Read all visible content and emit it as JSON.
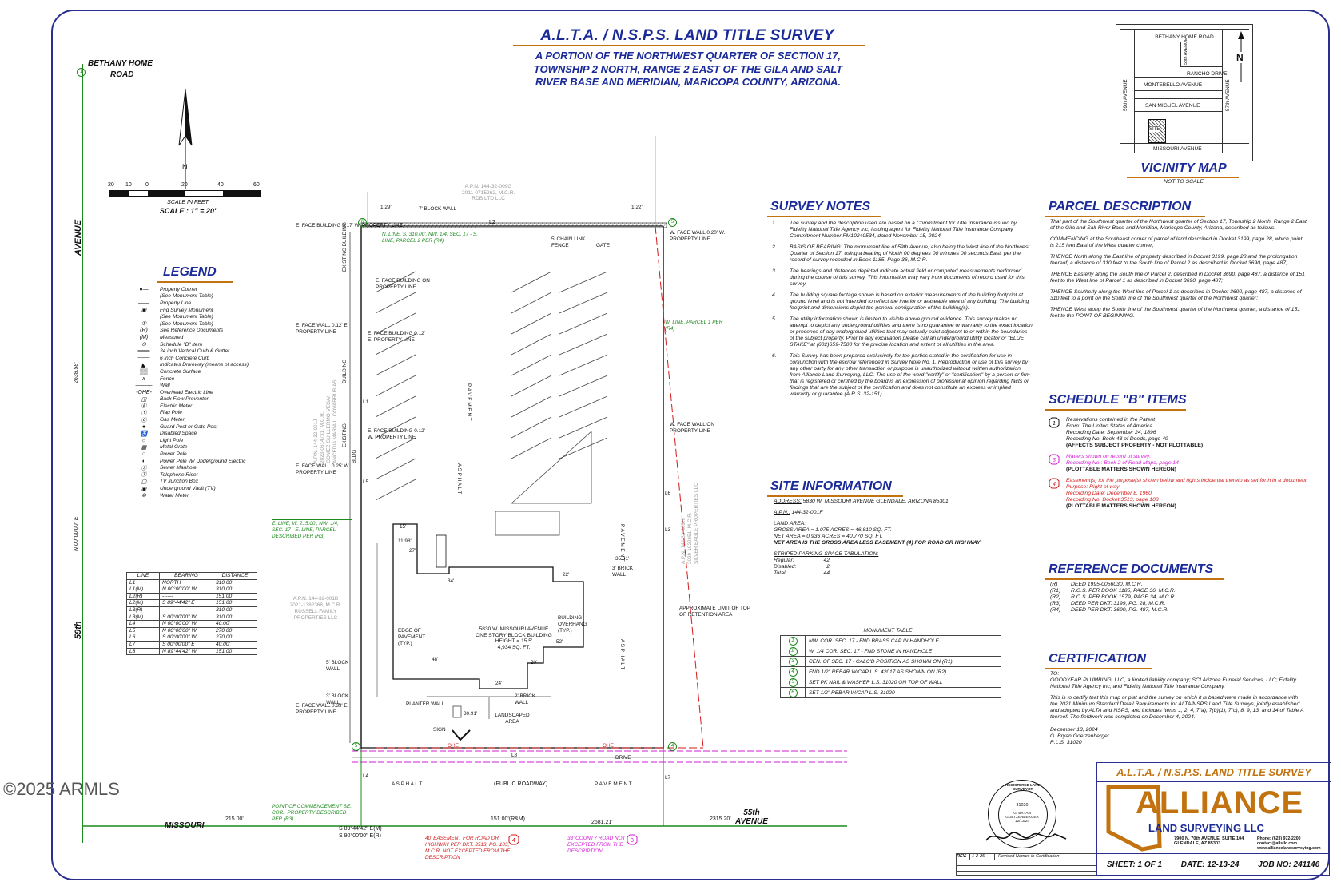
{
  "title": {
    "main": "A.L.T.A. / N.S.P.S. LAND TITLE SURVEY",
    "sub1": "A PORTION OF THE NORTHWEST QUARTER OF SECTION 17,",
    "sub2": "TOWNSHIP 2 NORTH, RANGE 2 EAST OF THE GILA AND SALT",
    "sub3": "RIVER BASE AND MERIDIAN, MARICOPA COUNTY, ARIZONA."
  },
  "watermark": "©2025 ARMLS",
  "roads": {
    "bethany1": "BETHANY HOME",
    "bethany2": "ROAD",
    "avenue59": "59th",
    "avenue": "AVENUE",
    "missouri": "MISSOURI",
    "ave55_1": "55th",
    "ave55_2": "AVENUE",
    "public_roadway": "(PUBLIC ROADWAY)",
    "asphalt": "A S P H A L T",
    "pavement": "P A V E M E N T"
  },
  "scale": {
    "ticks": [
      "20",
      "10",
      "0",
      "20",
      "40",
      "60"
    ],
    "label": "SCALE IN FEET",
    "ratio": "SCALE : 1\" = 20'"
  },
  "vicinity": {
    "title": "VICINITY MAP",
    "subtitle": "NOT TO SCALE",
    "north": "N",
    "streets": [
      "BETHANY HOME ROAD",
      "RANCHO DRIVE",
      "MONTEBELLO AVENUE",
      "SAN MIGUEL AVENUE",
      "MISSOURI AVENUE"
    ],
    "ave59": "59th AVENUE",
    "ave57": "57th AVENUE",
    "ave58": "58th AVENUE",
    "site": "SITE"
  },
  "legend": {
    "title": "LEGEND",
    "items": [
      {
        "symbol": "●—",
        "label": "Property Corner"
      },
      {
        "symbol": "",
        "label": "(See Monument Table)"
      },
      {
        "symbol": "——",
        "label": "Property Line"
      },
      {
        "symbol": "▣",
        "label": "Fnd Survey Monument"
      },
      {
        "symbol": "",
        "label": "(See Monument Table)"
      },
      {
        "symbol": "①",
        "label": "(See Monument Table)"
      },
      {
        "symbol": "(R)",
        "label": "See Reference Documents"
      },
      {
        "symbol": "(M)",
        "label": "Measured"
      },
      {
        "symbol": "⊙",
        "label": "Schedule \"B\" Item"
      },
      {
        "symbol": "═══",
        "label": "24 inch Vertical Curb & Gutter"
      },
      {
        "symbol": "───",
        "label": "6 inch Concrete Curb"
      },
      {
        "symbol": "◣",
        "label": "Indicates Driveway (means of access)"
      },
      {
        "symbol": "▒▒",
        "label": "Concrete Surface"
      },
      {
        "symbol": "—x—",
        "label": "Fence"
      },
      {
        "symbol": "———",
        "label": "Wall"
      },
      {
        "symbol": "-OHE-",
        "label": "Overhead Electric Line"
      },
      {
        "symbol": "◫",
        "label": "Back Flow Preventer"
      },
      {
        "symbol": "Ⓔ",
        "label": "Electric Meter"
      },
      {
        "symbol": "ⓕ",
        "label": "Flag Pole"
      },
      {
        "symbol": "Ⓖ",
        "label": "Gas Meter"
      },
      {
        "symbol": "●",
        "label": "Guard Post or Gate Post"
      },
      {
        "symbol": "♿",
        "label": "Disabled Space"
      },
      {
        "symbol": "☼",
        "label": "Light Pole"
      },
      {
        "symbol": "▦",
        "label": "Metal Grate"
      },
      {
        "symbol": "○",
        "label": "Power Pole"
      },
      {
        "symbol": "◐",
        "label": "Power Pole W/ Underground Electric"
      },
      {
        "symbol": "Ⓢ",
        "label": "Sewer Manhole"
      },
      {
        "symbol": "Ⓣ",
        "label": "Telephone Riser"
      },
      {
        "symbol": "▢",
        "label": "TV Junction Box"
      },
      {
        "symbol": "▣",
        "label": "Underground Vault (TV)"
      },
      {
        "symbol": "⊗",
        "label": "Water Meter"
      }
    ]
  },
  "line_table": {
    "headers": [
      "LINE",
      "BEARING",
      "DISTANCE"
    ],
    "rows": [
      [
        "L1",
        "NORTH",
        "310.00'"
      ],
      [
        "L1(M)",
        "N 00°00'00\" W",
        "310.00'"
      ],
      [
        "L2(R)",
        "------",
        "151.00'"
      ],
      [
        "L2(M)",
        "S 89°44'42\" E",
        "151.00'"
      ],
      [
        "L3(R)",
        "------",
        "310.00'"
      ],
      [
        "L3(M)",
        "S 00°00'00\" W",
        "310.00'"
      ],
      [
        "L4",
        "N 00°00'00\" W",
        "40.00'"
      ],
      [
        "L5",
        "N 00°00'00\" W",
        "270.00'"
      ],
      [
        "L6",
        "S 00°00'00\" W",
        "270.00'"
      ],
      [
        "L7",
        "S 00°00'00\" E",
        "40.00'"
      ],
      [
        "L8",
        "N 89°44'42\" W",
        "151.00'"
      ]
    ]
  },
  "monument_table": {
    "title": "MONUMENT TABLE",
    "rows": [
      [
        "1",
        "NW. COR. SEC. 17 - FND BRASS CAP IN HANDHOLE"
      ],
      [
        "2",
        "W. 1/4 COR. SEC. 17 - FND STONE IN HANDHOLE"
      ],
      [
        "3",
        "CEN. OF SEC. 17 - CALC'D POSITION AS SHOWN ON (R1)"
      ],
      [
        "4",
        "FND 1/2\" REBAR W/CAP L.S. 42017 AS SHOWN ON (R2)"
      ],
      [
        "5",
        "SET PK NAIL & WASHER L.S. 31020 ON TOP OF WALL"
      ],
      [
        "6",
        "SET 1/2\" REBAR W/CAP L.S. 31020"
      ]
    ]
  },
  "survey_notes": {
    "title": "SURVEY NOTES",
    "items": [
      "The survey and the description used are based on a Commitment for Title Insurance issued by Fidelity National Title Agency Inc, issuing agent for Fidelity National Title Insurance Company, Commitment Number FM10240534, dated November 15, 2024.",
      "BASIS OF BEARING: The monument line of 59th Avenue, also being the West line of the Northwest Quarter of Section 17, using a bearing of North 00 degrees 00 minutes 00 seconds East, per the record of survey recorded in Book 1185, Page 36, M.C.R.",
      "The bearings and distances depicted indicate actual field or computed measurements performed during the course of this survey. This information may vary from documents of record used for this survey.",
      "The building square footage shown is based on exterior measurements of the building footprint at ground level and is not intended to reflect the interior or leaseable area of any building. The building footprint and dimensions depict the general configuration of the building(s).",
      "The utility information shown is limited to visible above ground evidence. This survey makes no attempt to depict any underground utilities and there is no guarantee or warranty to the exact location or presence of any underground utilities that may actually exist adjacent to or within the boundaries of the subject property. Prior to any excavation please call an underground utility locator or \"BLUE STAKE\" at (602)659-7500 for the precise location and extent of all utilities in the area.",
      "This Survey has been prepared exclusively for the parties stated in the certification for use in conjunction with the escrow referenced in Survey Note No. 1. Reproduction or use of this survey by any other party for any other transaction or purpose is unauthorized without written authorization from Alliance Land Surveying, LLC. The use of the word \"certify\" or \"certification\" by a person or firm that is registered or certified by the board is an expression of professional opinion regarding facts or findings that are the subject of the certification and does not constitute an express or implied warranty or guarantee (A.R.S. 32-151)."
    ]
  },
  "site_information": {
    "title": "SITE INFORMATION",
    "address_label": "ADDRESS:",
    "address": "5830 W. MISSOURI AVENUE GLENDALE, ARIZONA 85301",
    "apn_label": "A.P.N.:",
    "apn": "144-32-001F",
    "land_area_label": "LAND AREA:",
    "gross": "GROSS AREA = 1.075 ACRES = 46,810 SQ. FT.",
    "net": "NET AREA = 0.936 ACRES = 40,770 SQ. FT.",
    "net_note": "NET AREA IS THE GROSS AREA LESS EASEMENT (4) FOR ROAD OR HIGHWAY",
    "parking_label": "STRIPED PARKING SPACE TABULATION:",
    "parking": [
      [
        "Regular:",
        "42"
      ],
      [
        "Disabled:",
        "2"
      ],
      [
        "Total:",
        "44"
      ]
    ]
  },
  "parcel_description": {
    "title": "PARCEL DESCRIPTION",
    "paragraphs": [
      "That part of the Southwest quarter of the Northwest quarter of Section 17, Township 2 North, Range 2 East of the Gila and Salt River Base and Meridian, Maricopa County, Arizona, described as follows:",
      "COMMENCING at the Southeast corner of parcel of land described in Docket 3199, page 28, which point is 215 feet East of the West quarter corner;",
      "THENCE North along the East line of property described in Docket 3199, page 28 and the prolongation thereof, a distance of 310 feet to the South line of Parcel 2 as described in Docket 3690, page 487;",
      "THENCE Easterly along the South line of Parcel 2, described in Docket 3690, page 487, a distance of 151 feet to the West line of Parcel 1 as described in Docket 3690, page 487;",
      "THENCE Southerly along the West line of Parcel 1 as described in Docket 3690, page 487, a distance of 310 feet to a point on the South line of the Southwest quarter of the Northwest quarter;",
      "THENCE West along the South line of the Southwest quarter of the Northwest quarter, a distance of 151 feet to the POINT OF BEGINNING."
    ]
  },
  "schedule_b": {
    "title": "SCHEDULE \"B\" ITEMS",
    "item1": {
      "num": "1",
      "lines": [
        "Reservations contained in the Patent",
        "From: The United States of America",
        "Recording Date: September 24, 1896",
        "Recording No: Book 43 of Deeds, page 49"
      ],
      "note": "(AFFECTS SUBJECT PROPERTY - NOT PLOTTABLE)"
    },
    "item3": {
      "num": "3",
      "lines": [
        "Matters shown on record of survey:",
        "Recording No.: Book 2 of Road Maps, page 14"
      ],
      "note": "(PLOTTABLE MATTERS SHOWN HEREON)"
    },
    "item4": {
      "num": "4",
      "lines": [
        "Easement(s) for the purpose(s) shown below and rights incidental thereto as set forth in a document:",
        "Purpose: Right of way",
        "Recording Date: December 8, 1960",
        "Recording No: Docket 3513, page 103"
      ],
      "note": "(PLOTTABLE MATTERS SHOWN HEREON)"
    }
  },
  "reference_documents": {
    "title": "REFERENCE DOCUMENTS",
    "rows": [
      [
        "(R)",
        "DEED 1995-0056030, M.C.R."
      ],
      [
        "(R1)",
        "R.O.S. PER BOOK 1185, PAGE 36, M.C.R."
      ],
      [
        "(R2)",
        "R.O.S. PER BOOK 1579, PAGE 34, M.C.R."
      ],
      [
        "(R3)",
        "DEED PER DKT. 3199, PG. 28, M.C.R."
      ],
      [
        "(R4)",
        "DEED PER DKT. 3690, PG. 487, M.C.R."
      ]
    ]
  },
  "certification": {
    "title": "CERTIFICATION",
    "to": "TO:",
    "parties": "GOODYEAR PLUMBING, LLC, a limited liability company; SCI Arizona Funeral Services, LLC; Fidelity National Title Agency Inc; and Fidelity National Title Insurance Company.",
    "body": "This is to certify that this map or plat and the survey on which it is based were made in accordance with the 2021 Minimum Standard Detail Requirements for ALTA/NSPS Land Title Surveys, jointly established and adopted by ALTA and NSPS, and includes Items 1, 2, 4, 7(a), 7(b)(1), 7(c), 8, 9, 13, and 14 of Table A thereof. The fieldwork was completed on December 4, 2024.",
    "date": "December 13, 2024",
    "name": "G. Bryan Goetzenberger",
    "rls": "R.L.S. 31020"
  },
  "title_block": {
    "heading": "A.L.T.A. / N.S.P.S. LAND TITLE SURVEY",
    "company1": "ALLIANCE",
    "company2": "LAND SURVEYING LLC",
    "address1": "7900 N. 70th AVENUE, SUITE 104",
    "address2": "GLENDALE, AZ 85303",
    "phone": "Phone: (623) 972-2200",
    "email": "contact@allsllc.com",
    "web": "www.alliancelandsurveying.com",
    "sheet": "SHEET: 1 OF 1",
    "date": "DATE: 12-13-24",
    "job": "JOB NO: 241146",
    "rev_label": "REV.",
    "rev_date": "1-2-25",
    "rev_note": "Revised Names in Certification"
  },
  "seal": {
    "text": "REGISTERED LAND SURVEYOR",
    "number": "31020",
    "name": "G. BRYAN GOETZENBERGER",
    "date": "12/13/24"
  },
  "plan": {
    "apn_north": [
      "A.P.N. 144-32-009G",
      "2011-0715262, M.C.R.",
      "RDB LTD LLC"
    ],
    "apn_west": [
      "A.P.N. 144-32-001J",
      "2023-0614731, M.C.R.",
      "GOMEZ GUILLERMO VEGA/",
      "ANCEDIA MARIA L. COVARRUBIAS"
    ],
    "apn_southwest": [
      "A.P.N. 144-32-001B",
      "2021-1382368, M.C.R.",
      "RUSSELL FAMILY",
      "PROPERTIES LLC"
    ],
    "apn_east": [
      "A.P.N. 144-32-009H",
      "2020-1022651, M.C.R.",
      "SILVER EAGLE PROPERTIES LLC"
    ],
    "building": [
      "5830 W. MISSOURI AVENUE",
      "ONE STORY BLOCK BUILDING",
      "HEIGHT = 15.5'",
      "4,934 SQ. FT."
    ],
    "labels": {
      "block_wall_7": "7' BLOCK WALL",
      "chain_fence": "5' CHAIN LINK FENCE",
      "gate": "GATE",
      "nline": "N. LINE, S. 310.00', NW. 1/4, SEC. 17 - S. LINE, PARCEL 2 PER (R4)",
      "wline_parcel1": "W. LINE, PARCEL 1 PER (R4)",
      "eline": "E. LINE, W. 215.00', NW. 1/4, SEC. 17 - E. LINE, PARCEL DESCRIBED PER (R3)",
      "pocm": "POINT OF COMMENCEMENT SE. COR., PROPERTY DESCRIBED PER (R3)",
      "easement40": "40' EASEMENT FOR ROAD OR HIGHWAY PER DKT. 3513, PG. 103, M.C.R. NOT EXCEPTED FROM THE DESCRIPTION",
      "county_road": "33' COUNTY ROAD NOT EXCEPTED FROM THE DESCRIPTION",
      "retention": "APPROXIMATE LIMIT OF TOP OF RETENTION AREA",
      "edge_pavement": "EDGE OF PAVEMENT (TYP.)",
      "overhang": "BUILDING OVERHANG (TYP.)",
      "planter": "PLANTER WALL",
      "landscaped": "LANDSCAPED AREA",
      "sign": "SIGN",
      "drive": "DRIVE",
      "brick3": "3' BRICK WALL",
      "brick2": "2' BRICK WALL",
      "block5": "5' BLOCK WALL",
      "block3": "3' BLOCK WALL",
      "ohe": "OHE"
    },
    "face_notes": [
      "E. FACE BUILDING 0.17' W. PROPERTY LINE",
      "E. FACE BUILDING ON PROPERTY LINE",
      "E. FACE WALL 0.12' E. PROPERTY LINE",
      "E. FACE BUILDING 0.12' E. PROPERTY LINE",
      "E. FACE BUILDING 0.12' W. PROPERTY LINE",
      "E. FACE WALL 0.25' W. PROPERTY LINE",
      "E. FACE WALL 0.39' E. PROPERTY LINE",
      "W. FACE WALL 0.20' W. PROPERTY LINE",
      "W. FACE WALL ON PROPERTY LINE"
    ],
    "dims": {
      "d129": "1.29'",
      "d122": "1.22'",
      "d15": "15'",
      "d1198": "11.98'",
      "d27": "27'",
      "d34": "34'",
      "d22": "22'",
      "d3501": "35.01'",
      "d48": "48'",
      "d24": "24'",
      "d3091": "30.91'",
      "d52": "52'",
      "d20": "20'",
      "d2638": "2638.58'",
      "n000": "N 00°00'00\" E",
      "d215": "215.00'",
      "d151": "151.00'(R&M)",
      "d2681": "2681.21'",
      "d2315": "2315.20'",
      "b1": "S 89°44'42\" E(M)",
      "b2": "S 90°00'00\" E(R)"
    },
    "line_labels": [
      "L1",
      "L2",
      "L3",
      "L4",
      "L5",
      "L6",
      "L7",
      "L8"
    ],
    "side_labels": [
      "EXISTING BUILDING",
      "BUILDING",
      "EXISTING",
      "BLDG"
    ]
  },
  "colors": {
    "ink_blue": "#1a2a99",
    "accent_orange": "#c2730f",
    "green": "#1c8a1c",
    "red": "#d11b1b",
    "magenta": "#d61bd6"
  }
}
